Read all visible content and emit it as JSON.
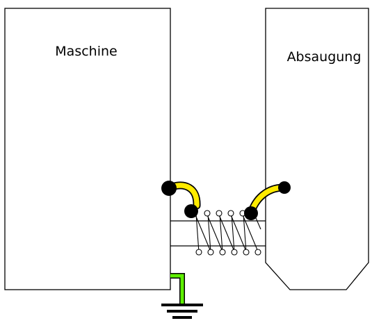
{
  "labels": {
    "machine": "Maschine",
    "extraction": "Absaugung"
  },
  "components": {
    "machine_box": "machine-housing",
    "extraction_box": "extraction-housing",
    "hose": "spiral-hose",
    "left_bridge": "ground-bridge-wire-left",
    "right_bridge": "ground-bridge-wire-right",
    "ground": "earth-ground-symbol"
  },
  "colors": {
    "line": "#000000",
    "bridge_wire": "#ffeb00",
    "ground_wire": "#5ef000",
    "terminal": "#000000"
  }
}
